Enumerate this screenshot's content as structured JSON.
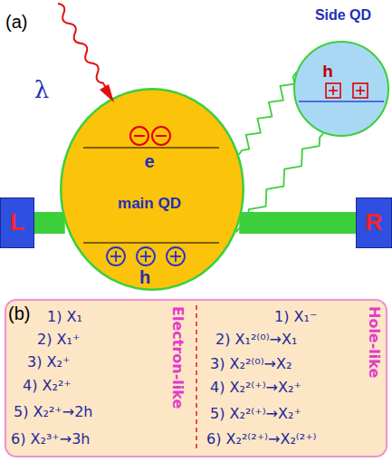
{
  "diagram": {
    "nodes": [
      {
        "text": [
          "e",
          "main QD",
          "h"
        ]
      },
      {
        "text": [
          "Side QD",
          "h"
        ]
      },
      {
        "text": [
          "L"
        ]
      },
      {
        "text": [
          "R"
        ]
      },
      {
        "text": [
          "Electron-like",
          "Hole-like",
          "1) X₁",
          "2) X₁⁺",
          "3) X₂⁺",
          "4) X₂²⁺",
          "5) X₂²⁺→2h",
          "6) X₂³⁺→3h",
          "1) X₁⁻",
          "2) X₁²⁽⁰⁾→X₁",
          "3) X₂²⁽⁰⁾→X₂",
          "4) X₂²⁽⁺⁾→X₂⁺",
          "5) X₂²⁽⁺⁾→X₂⁺",
          "6) X₂²⁽²⁺⁾→X₂⁽²⁺⁾"
        ]
      }
    ],
    "edges": [
      {
        "from": 2,
        "to": 0,
        "arrow": "none"
      },
      {
        "from": 0,
        "to": 3,
        "arrow": "none"
      },
      {
        "from": 0,
        "to": 1,
        "arrow": "none"
      },
      {
        "from": 0,
        "to": 1,
        "arrow": "none"
      }
    ],
    "labels": [
      "(a)",
      "λ",
      "(b)"
    ]
  }
}
